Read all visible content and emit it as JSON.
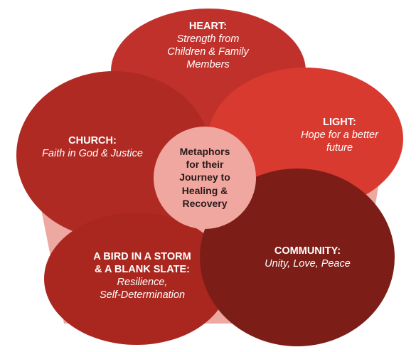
{
  "center": {
    "line1": "Metaphors",
    "line2": "for their",
    "line3": "Journey to",
    "line4": "Healing &",
    "line5": "Recovery"
  },
  "petals": {
    "heart": {
      "title": "HEART:",
      "line1": "Strength from",
      "line2": "Children & Family",
      "line3": "Members"
    },
    "light": {
      "title": "LIGHT:",
      "line1": "Hope for a better",
      "line2": "future"
    },
    "community": {
      "title": "COMMUNITY:",
      "line1": "Unity, Love, Peace"
    },
    "bird": {
      "title1": "A BIRD IN A STORM",
      "title2": "& A BLANK SLATE:",
      "line1": "Resilience,",
      "line2": "Self-Determination"
    },
    "church": {
      "title": "CHURCH:",
      "line1": "Faith in God & Justice"
    }
  },
  "colors": {
    "background_shape": "#eda8a1",
    "heart": "#c1312b",
    "light": "#d93a2f",
    "community": "#7d1d18",
    "bird": "#a9271f",
    "church": "#b02a24",
    "center_fill": "#f0a7a0",
    "center_text": "#2a1a1a"
  }
}
